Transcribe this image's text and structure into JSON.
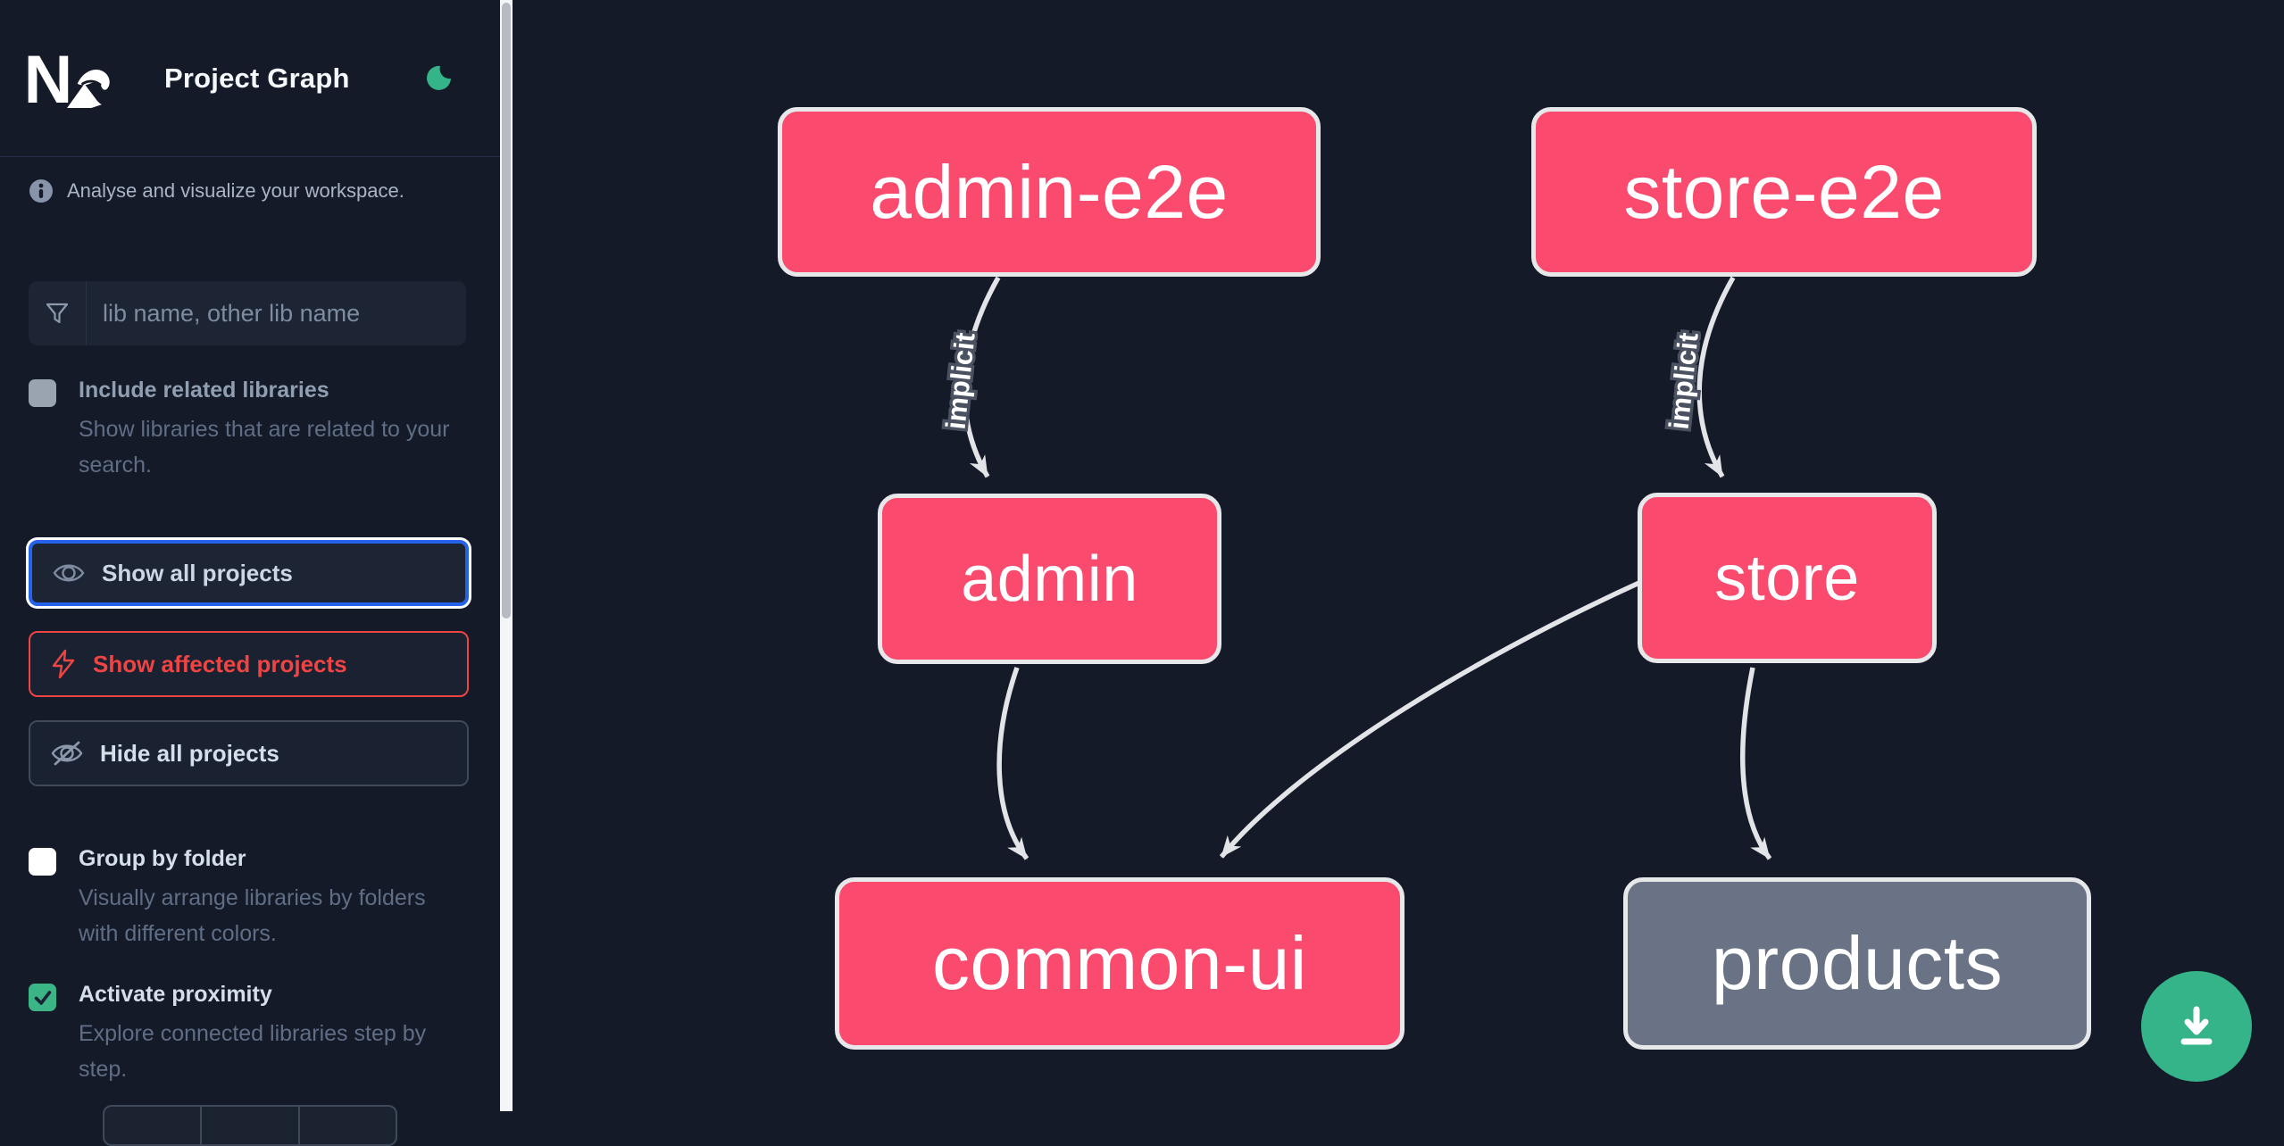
{
  "app": {
    "title": "Project Graph"
  },
  "sidebar": {
    "tagline": "Analyse and visualize your workspace.",
    "filter": {
      "placeholder": "lib name, other lib name",
      "value": ""
    },
    "include_related": {
      "label": "Include related libraries",
      "description": "Show libraries that are related to your search.",
      "checked": false,
      "disabled": true
    },
    "buttons": {
      "show_all": "Show all projects",
      "show_affected": "Show affected projects",
      "hide_all": "Hide all projects"
    },
    "group_by_folder": {
      "label": "Group by folder",
      "description": "Visually arrange libraries by folders with different colors.",
      "checked": false
    },
    "activate_proximity": {
      "label": "Activate proximity",
      "description": "Explore connected libraries step by step.",
      "checked": true
    }
  },
  "graph": {
    "nodes": [
      {
        "id": "admin-e2e",
        "label": "admin-e2e",
        "kind": "e2e-app",
        "color": "pink"
      },
      {
        "id": "store-e2e",
        "label": "store-e2e",
        "kind": "e2e-app",
        "color": "pink"
      },
      {
        "id": "admin",
        "label": "admin",
        "kind": "app",
        "color": "pink"
      },
      {
        "id": "store",
        "label": "store",
        "kind": "app",
        "color": "pink"
      },
      {
        "id": "common-ui",
        "label": "common-ui",
        "kind": "lib",
        "color": "pink"
      },
      {
        "id": "products",
        "label": "products",
        "kind": "lib",
        "color": "gray"
      }
    ],
    "edges": [
      {
        "from": "admin-e2e",
        "to": "admin",
        "label": "implicit"
      },
      {
        "from": "store-e2e",
        "to": "store",
        "label": "implicit"
      },
      {
        "from": "admin",
        "to": "common-ui",
        "label": ""
      },
      {
        "from": "store",
        "to": "common-ui",
        "label": ""
      },
      {
        "from": "store",
        "to": "products",
        "label": ""
      }
    ]
  },
  "icons": {
    "logo": "nx-logo",
    "theme": "moon-icon",
    "info": "info-icon",
    "filter": "funnel-icon",
    "show_all": "eye-icon",
    "show_affected": "bolt-icon",
    "hide_all": "eye-off-icon",
    "fab": "download-icon"
  },
  "colors": {
    "background": "#151a28",
    "node_pink": "#fa4a6e",
    "node_gray": "#6a7385",
    "node_border": "#e7e8ea",
    "edge": "#e3e4e7",
    "focus_blue": "#2563eb",
    "danger_red": "#ef4444",
    "success_green": "#35b489",
    "text_primary": "#f4f7fb",
    "text_muted": "#5f6e86"
  }
}
